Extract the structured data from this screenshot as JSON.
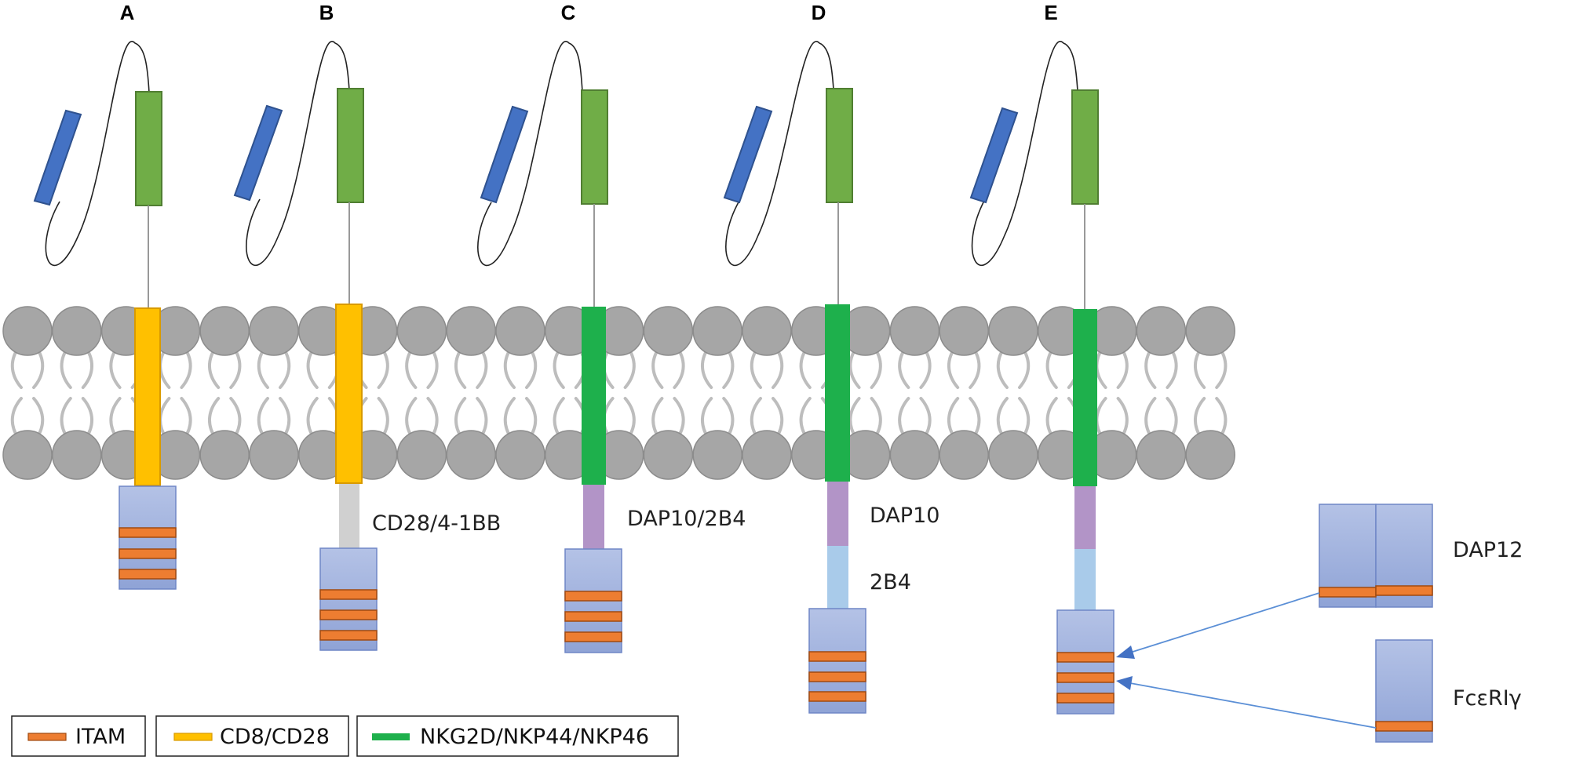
{
  "panels": [
    "A",
    "B",
    "C",
    "D",
    "E"
  ],
  "labels": {
    "b_costim": "CD28/4-1BB",
    "c_costim": "DAP10/2B4",
    "d_upper": "DAP10",
    "d_lower": "2B4",
    "e_dap12": "DAP12",
    "e_fcer": "FcεRIγ"
  },
  "legend": [
    {
      "label": "ITAM",
      "color": "#ED7D31"
    },
    {
      "label": "CD8/CD28",
      "color": "#FFC000"
    },
    {
      "label": "NKG2D/NKP44/NKP46",
      "color": "#1EB04C"
    }
  ],
  "colors": {
    "vl_domain": "#4472C4",
    "vh_domain": "#70AD47",
    "cd8_cd28_tm": "#FFC000",
    "nk_receptor_tm": "#1EB04C",
    "signaling_domain": "#9EB0DE",
    "itam": "#ED7D31",
    "dap10": "#B294C7",
    "twob4": "#A9CBEA",
    "costim_grey": "#D0D0D0",
    "lipid": "#A6A6A6"
  }
}
